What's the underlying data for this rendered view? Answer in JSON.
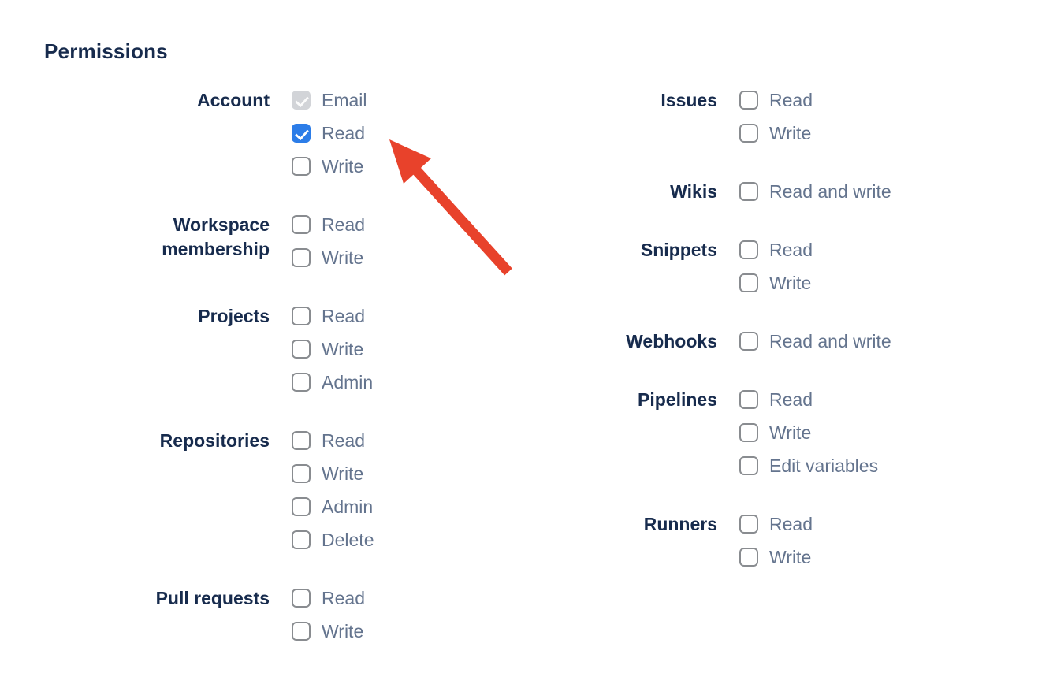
{
  "page": {
    "title": "Permissions"
  },
  "colors": {
    "heading": "#172B4D",
    "option_label": "#64748E",
    "checkbox_border": "#898C90",
    "checkbox_checked_blue": "#2C7DE8",
    "checkbox_disabled_gray": "#D2D4D8",
    "annotation_arrow_red": "#E8422B"
  },
  "columns": [
    {
      "name": "left",
      "groups": [
        {
          "label": "Account",
          "options": [
            {
              "label": "Email",
              "checked": true,
              "disabled": true
            },
            {
              "label": "Read",
              "checked": true,
              "disabled": false
            },
            {
              "label": "Write",
              "checked": false,
              "disabled": false
            }
          ]
        },
        {
          "label": "Workspace membership",
          "options": [
            {
              "label": "Read",
              "checked": false,
              "disabled": false
            },
            {
              "label": "Write",
              "checked": false,
              "disabled": false
            }
          ]
        },
        {
          "label": "Projects",
          "options": [
            {
              "label": "Read",
              "checked": false,
              "disabled": false
            },
            {
              "label": "Write",
              "checked": false,
              "disabled": false
            },
            {
              "label": "Admin",
              "checked": false,
              "disabled": false
            }
          ]
        },
        {
          "label": "Repositories",
          "options": [
            {
              "label": "Read",
              "checked": false,
              "disabled": false
            },
            {
              "label": "Write",
              "checked": false,
              "disabled": false
            },
            {
              "label": "Admin",
              "checked": false,
              "disabled": false
            },
            {
              "label": "Delete",
              "checked": false,
              "disabled": false
            }
          ]
        },
        {
          "label": "Pull requests",
          "options": [
            {
              "label": "Read",
              "checked": false,
              "disabled": false
            },
            {
              "label": "Write",
              "checked": false,
              "disabled": false
            }
          ]
        }
      ]
    },
    {
      "name": "right",
      "groups": [
        {
          "label": "Issues",
          "options": [
            {
              "label": "Read",
              "checked": false,
              "disabled": false
            },
            {
              "label": "Write",
              "checked": false,
              "disabled": false
            }
          ]
        },
        {
          "label": "Wikis",
          "options": [
            {
              "label": "Read and write",
              "checked": false,
              "disabled": false
            }
          ]
        },
        {
          "label": "Snippets",
          "options": [
            {
              "label": "Read",
              "checked": false,
              "disabled": false
            },
            {
              "label": "Write",
              "checked": false,
              "disabled": false
            }
          ]
        },
        {
          "label": "Webhooks",
          "options": [
            {
              "label": "Read and write",
              "checked": false,
              "disabled": false
            }
          ]
        },
        {
          "label": "Pipelines",
          "options": [
            {
              "label": "Read",
              "checked": false,
              "disabled": false
            },
            {
              "label": "Write",
              "checked": false,
              "disabled": false
            },
            {
              "label": "Edit variables",
              "checked": false,
              "disabled": false
            }
          ]
        },
        {
          "label": "Runners",
          "options": [
            {
              "label": "Read",
              "checked": false,
              "disabled": false
            },
            {
              "label": "Write",
              "checked": false,
              "disabled": false
            }
          ]
        }
      ]
    }
  ],
  "annotation": {
    "type": "arrow",
    "points_to": "account-read-checkbox"
  }
}
